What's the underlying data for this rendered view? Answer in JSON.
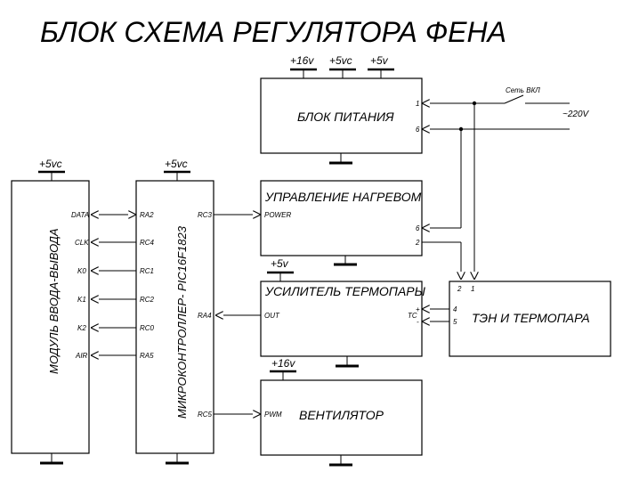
{
  "title": "БЛОК СХЕМА РЕГУЛЯТОРА ФЕНА",
  "power_supply": {
    "label": "БЛОК ПИТАНИЯ",
    "rails": [
      "+16v",
      "+5vc",
      "+5v"
    ],
    "pin1": "1",
    "pin6": "6",
    "switch_label": "Сеть ВКЛ",
    "mains_label": "~220V"
  },
  "io_module": {
    "label": "МОДУЛЬ ВВОДА-ВЫВОДА",
    "supply": "+5vc",
    "pins": [
      "DATA",
      "CLK",
      "K0",
      "K1",
      "K2",
      "AIR"
    ]
  },
  "mcu": {
    "label": "МИКРОКОНТРОЛЛЕР- PIC16F1823",
    "supply": "+5vc",
    "left_pins": [
      "RA2",
      "RC4",
      "RC1",
      "RC2",
      "RC0",
      "RA5"
    ],
    "right_pins": [
      "RC3",
      "RA4",
      "RC5"
    ]
  },
  "heater_control": {
    "label": "УПРАВЛЕНИЕ НАГРЕВОМ",
    "in_pin": "POWER",
    "pin6": "6",
    "pin2": "2"
  },
  "amplifier": {
    "label": "УСИЛИТЕЛЬ ТЕРМОПАРЫ",
    "supply": "+5v",
    "out_pin": "OUT",
    "tc_pin": "TC",
    "plus": "+",
    "minus": "-"
  },
  "fan": {
    "label": "ВЕНТИЛЯТОР",
    "supply": "+16v",
    "in_pin": "PWM"
  },
  "heater": {
    "label": "ТЭН И ТЕРМОПАРА",
    "pin2": "2",
    "pin1": "1",
    "pin4": "4",
    "pin5": "5"
  }
}
